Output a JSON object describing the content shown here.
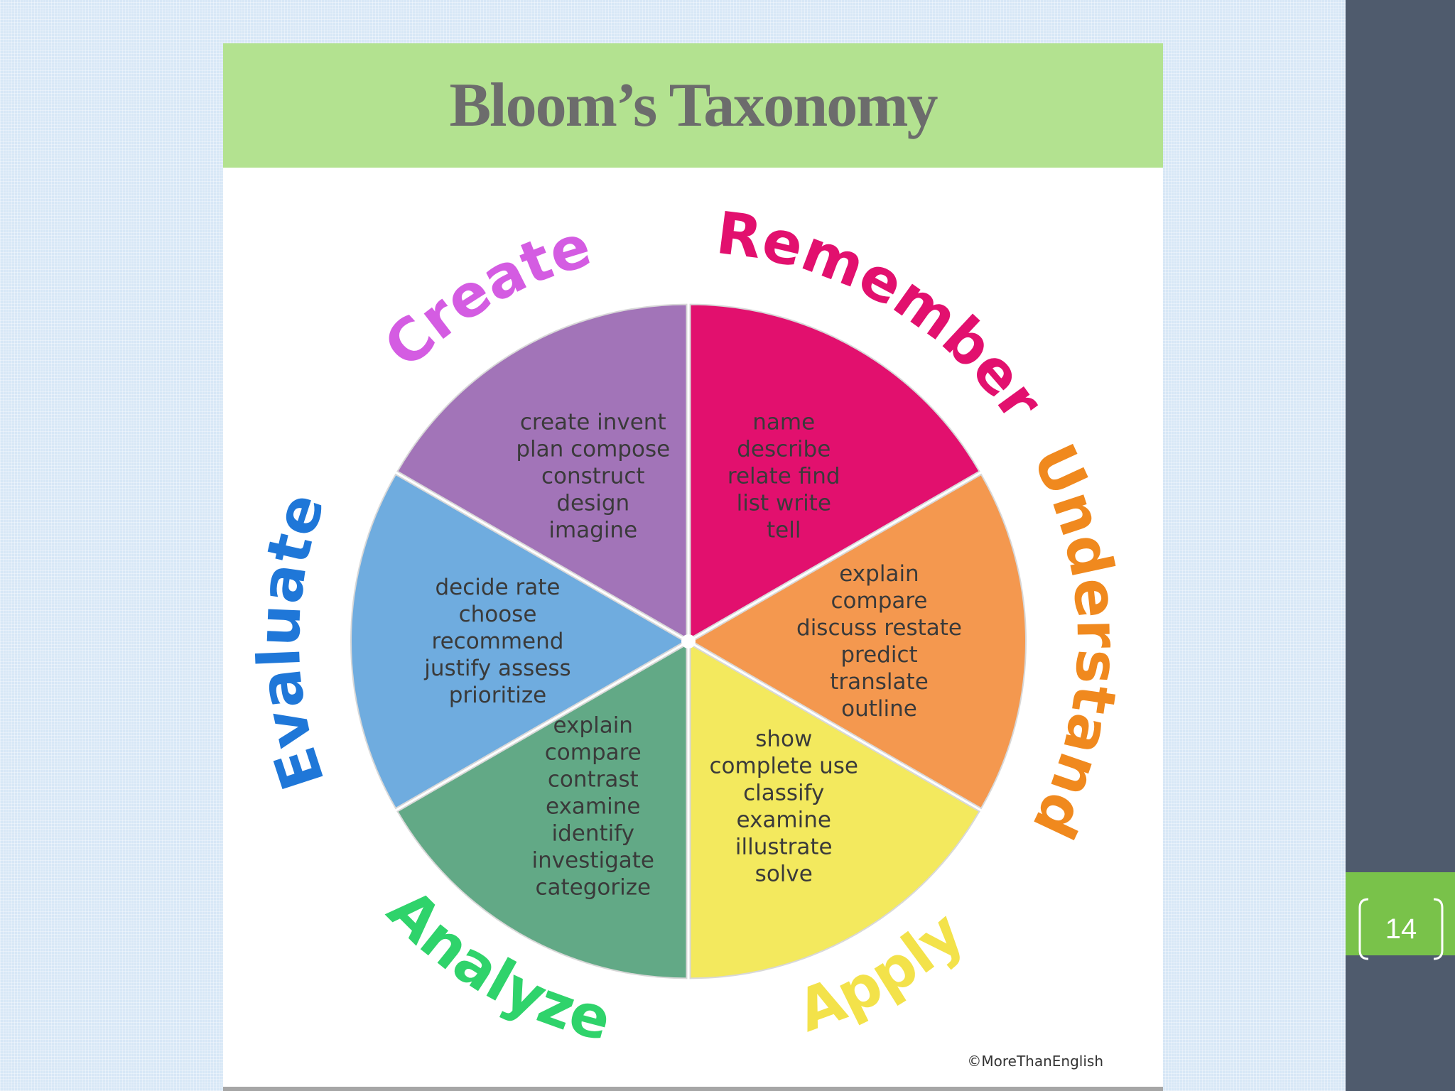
{
  "slide": {
    "title": "Bloom’s Taxonomy",
    "page_number": "14",
    "credit": "©MoreThanEnglish"
  },
  "wheel": {
    "segments": [
      {
        "name": "Remember",
        "color": "#e2106e",
        "label_color": "#e2106e",
        "words": [
          "name",
          "describe",
          "relate  find",
          "list  write",
          "tell"
        ]
      },
      {
        "name": "Understand",
        "color": "#f4984f",
        "label_color": "#f0891e",
        "words": [
          "explain",
          "compare",
          "discuss restate",
          "predict",
          "translate",
          "outline"
        ]
      },
      {
        "name": "Apply",
        "color": "#f3e95e",
        "label_color": "#f3e24a",
        "words": [
          "show",
          "complete  use",
          "classify",
          "examine",
          "illustrate",
          "solve"
        ]
      },
      {
        "name": "Analyze",
        "color": "#62a986",
        "label_color": "#2fd36b",
        "words": [
          "explain",
          "compare",
          "contrast",
          "examine",
          "identify",
          "investigate",
          "categorize"
        ]
      },
      {
        "name": "Evaluate",
        "color": "#6facdf",
        "label_color": "#1f77d8",
        "words": [
          "decide  rate",
          "choose",
          "recommend",
          "justify  assess",
          "prioritize"
        ]
      },
      {
        "name": "Create",
        "color": "#a274b8",
        "label_color": "#d45ce2",
        "words": [
          "create  invent",
          "plan  compose",
          "construct",
          "design",
          "imagine"
        ]
      }
    ]
  }
}
